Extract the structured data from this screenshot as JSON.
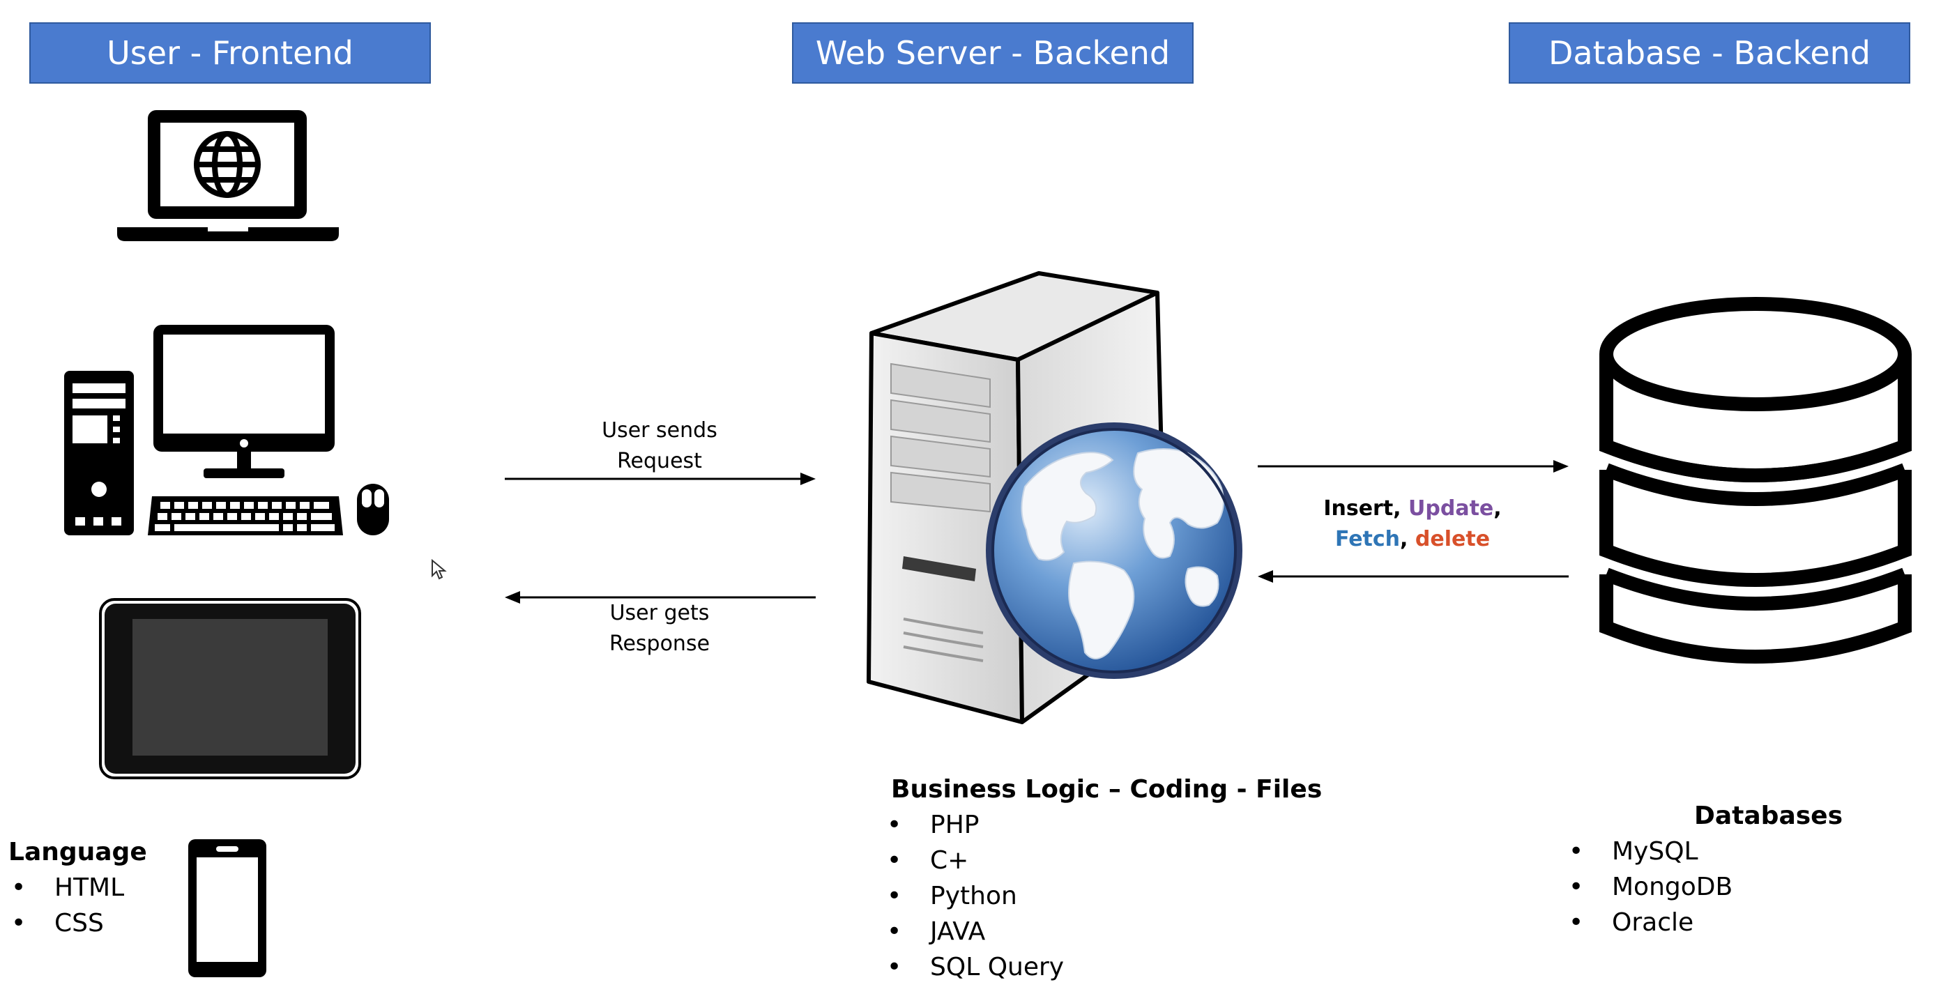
{
  "headers": {
    "frontend": "User - Frontend",
    "webserver": "Web Server - Backend",
    "database": "Database - Backend"
  },
  "arrows": {
    "request_line1": "User sends",
    "request_line2": "Request",
    "response_line1": "User gets",
    "response_line2": "Response"
  },
  "db_ops": {
    "insert": "Insert",
    "update": "Update",
    "fetch": "Fetch",
    "delete": "delete",
    "sep": ",",
    "colors": {
      "update": "#7B4FA0",
      "fetch": "#2E75B6",
      "delete": "#D8502A"
    }
  },
  "frontend": {
    "heading": "Language",
    "items": [
      "HTML",
      "CSS"
    ]
  },
  "backend": {
    "heading": "Business Logic – Coding - Files",
    "items": [
      "PHP",
      "C+",
      "Python",
      "JAVA",
      "SQL Query"
    ]
  },
  "databases": {
    "heading": "Databases",
    "items": [
      "MySQL",
      "MongoDB",
      "Oracle"
    ]
  },
  "colors": {
    "header_bg": "#4A7BCF",
    "header_text": "#ffffff"
  },
  "icons": [
    "laptop-globe-icon",
    "desktop-computer-icon",
    "tablet-icon",
    "smartphone-icon",
    "server-globe-icon",
    "database-icon",
    "mouse-cursor-icon"
  ]
}
